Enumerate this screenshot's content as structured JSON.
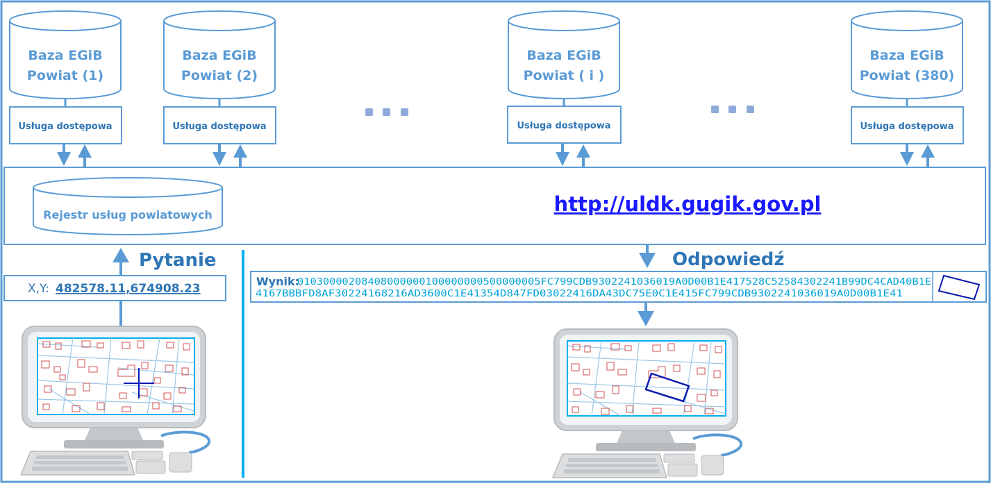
{
  "databases": [
    {
      "line1": "Baza EGiB",
      "line2": "Powiat (1)",
      "service": "Usługa dostępowa"
    },
    {
      "line1": "Baza EGiB",
      "line2": "Powiat (2)",
      "service": "Usługa dostępowa"
    },
    {
      "line1": "Baza EGiB",
      "line2": "Powiat ( i )",
      "service": "Usługa dostępowa"
    },
    {
      "line1": "Baza EGiB",
      "line2": "Powiat (380)",
      "service": "Usługa dostępowa"
    }
  ],
  "registry": {
    "label": "Rejestr usług powiatowych"
  },
  "url": "http://uldk.gugik.gov.pl",
  "query": {
    "title": "Pytanie",
    "prefix": "X,Y:",
    "value": "482578.11,674908.23"
  },
  "answer": {
    "title": "Odpowiedź",
    "label": "Wynik:",
    "line1": "01030000208408000000100000000500000005FC799CDB9302241036019A0D00B1E417528C52584302241B99DC4CAD40B1E",
    "line2": "4167BBBFD8AF30224168216AD3600C1E41354D847FD03022416DA43DC75E0C1E415FC799CDB9302241036019A0D00B1E41"
  },
  "colors": {
    "border": "#5b9bd5",
    "arrow": "#5b9bd5",
    "divider": "#00b0f0",
    "parcel_lines": "#d05050",
    "street_lines": "#9cc8e6",
    "marker": "#0a1ab0"
  }
}
